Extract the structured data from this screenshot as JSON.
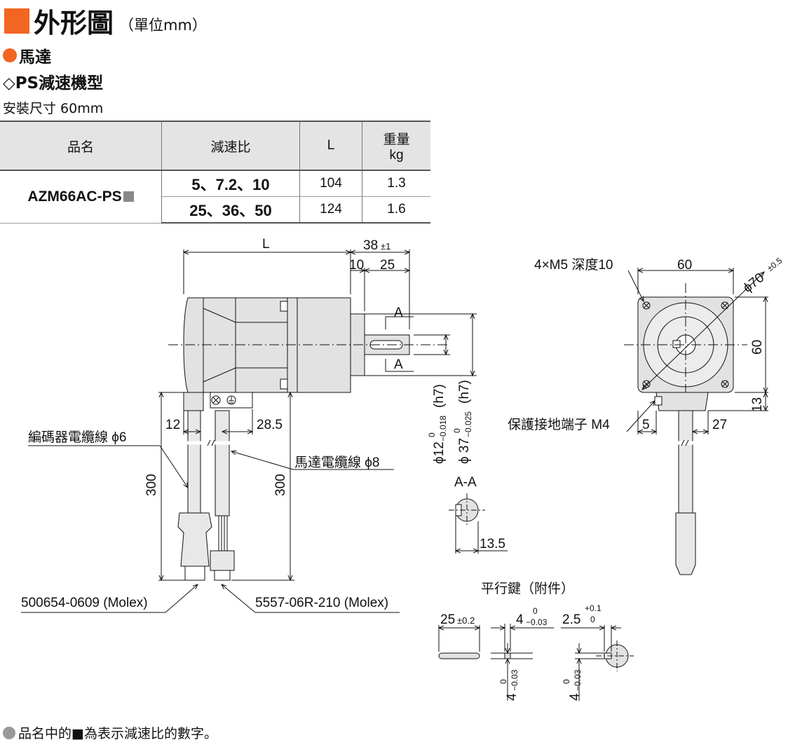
{
  "title": "外形圖",
  "unit_note": "（單位mm）",
  "section": "馬達",
  "subsection": "◇PS減速機型",
  "mount_size": "安裝尺寸 60mm",
  "table": {
    "headers": [
      "品名",
      "減速比",
      "L",
      "重量",
      "kg"
    ],
    "model": "AZM66AC-PS",
    "rows": [
      {
        "ratio": "5、7.2、10",
        "L": "104",
        "weight": "1.3"
      },
      {
        "ratio": "25、36、50",
        "L": "124",
        "weight": "1.6"
      }
    ]
  },
  "dims": {
    "L": "L",
    "d38": "38",
    "d38_tol": "±1",
    "d10": "10",
    "d25": "25",
    "sec_A": "A",
    "d12": "12",
    "d285": "28.5",
    "d300": "300",
    "phi12": "ϕ12",
    "phi12_tol_u": "0",
    "phi12_tol_l": "−0.018",
    "phi12_fit": "(h7)",
    "phi37": "ϕ 37",
    "phi37_tol_u": "0",
    "phi37_tol_l": "−0.025",
    "phi37_fit": "(h7)",
    "aa": "A-A",
    "d135": "13.5",
    "holes": "4×M5 深度10",
    "d60": "60",
    "phi70": "ϕ70",
    "phi70_tol": "±0.5",
    "d13": "13",
    "d5": "5",
    "d27": "27"
  },
  "labels": {
    "encoder_cable": "編碼器電纜線 ϕ6",
    "motor_cable": "馬達電纜線 ϕ8",
    "conn1": "500654-0609 (Molex)",
    "conn2": "5557-06R-210 (Molex)",
    "ground": "保護接地端子 M4"
  },
  "key": {
    "title": "平行鍵（附件）",
    "len": "25",
    "len_tol": "±0.2",
    "w": "4",
    "w_tol_u": "0",
    "w_tol_l": "−0.03",
    "depth": "2.5",
    "depth_tol_u": "+0.1",
    "depth_tol_l": "0"
  },
  "footnote": "品名中的■為表示減速比的數字。",
  "colors": {
    "accent": "#f26522",
    "body": "#dcdcdc",
    "header_bg": "#e4e4e4"
  }
}
